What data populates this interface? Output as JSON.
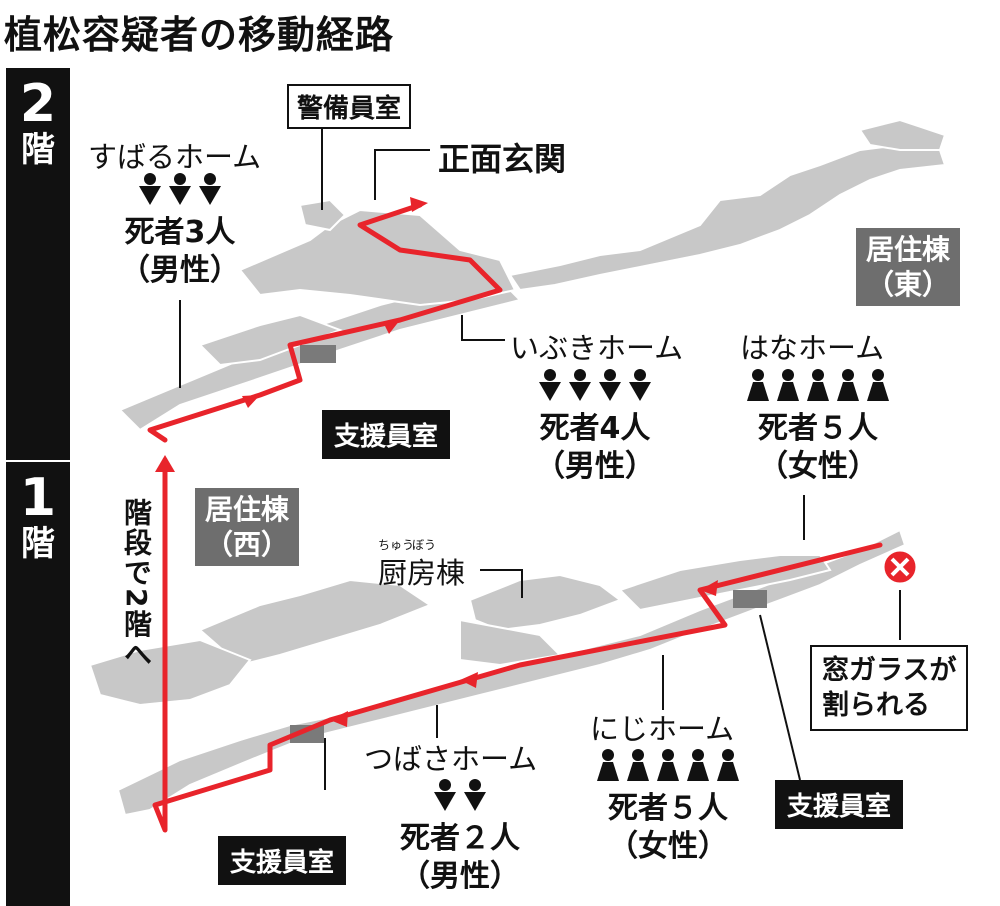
{
  "title": "植松容疑者の移動経路",
  "floors": {
    "second": {
      "num": "2",
      "kai": "階"
    },
    "first": {
      "num": "1",
      "kai": "階"
    }
  },
  "labels": {
    "security_room": "警備員室",
    "front_entrance": "正面玄関",
    "subaru_home": "すばるホーム",
    "ibuki_home": "いぶきホーム",
    "hana_home": "はなホーム",
    "tsubasa_home": "つばさホーム",
    "niji_home": "にじホーム",
    "kitchen": "厨房棟",
    "kitchen_ruby_1": "ちゅう",
    "kitchen_ruby_2": "ぼう",
    "support_room": "支援員室",
    "residence_east_1": "居住棟",
    "residence_east_2": "（東）",
    "residence_west_1": "居住棟",
    "residence_west_2": "（西）",
    "stairs": "階段で2階へ",
    "window_line1": "窓ガラスが",
    "window_line2": "割られる"
  },
  "deaths": {
    "subaru": {
      "count": "死者3人",
      "gender": "（男性）",
      "icons": 3,
      "icon_type": "male"
    },
    "ibuki": {
      "count": "死者4人",
      "gender": "（男性）",
      "icons": 4,
      "icon_type": "male"
    },
    "hana": {
      "count": "死者５人",
      "gender": "（女性）",
      "icons": 5,
      "icon_type": "female"
    },
    "tsubasa": {
      "count": "死者２人",
      "gender": "（男性）",
      "icons": 2,
      "icon_type": "male"
    },
    "niji": {
      "count": "死者５人",
      "gender": "（女性）",
      "icons": 5,
      "icon_type": "female"
    }
  },
  "colors": {
    "route": "#e8242b",
    "floor_plan": "#c8c8c8",
    "floor_outline": "#ffffff",
    "room_dark": "#7a7a7a",
    "label_gray": "#6e6e6e"
  }
}
